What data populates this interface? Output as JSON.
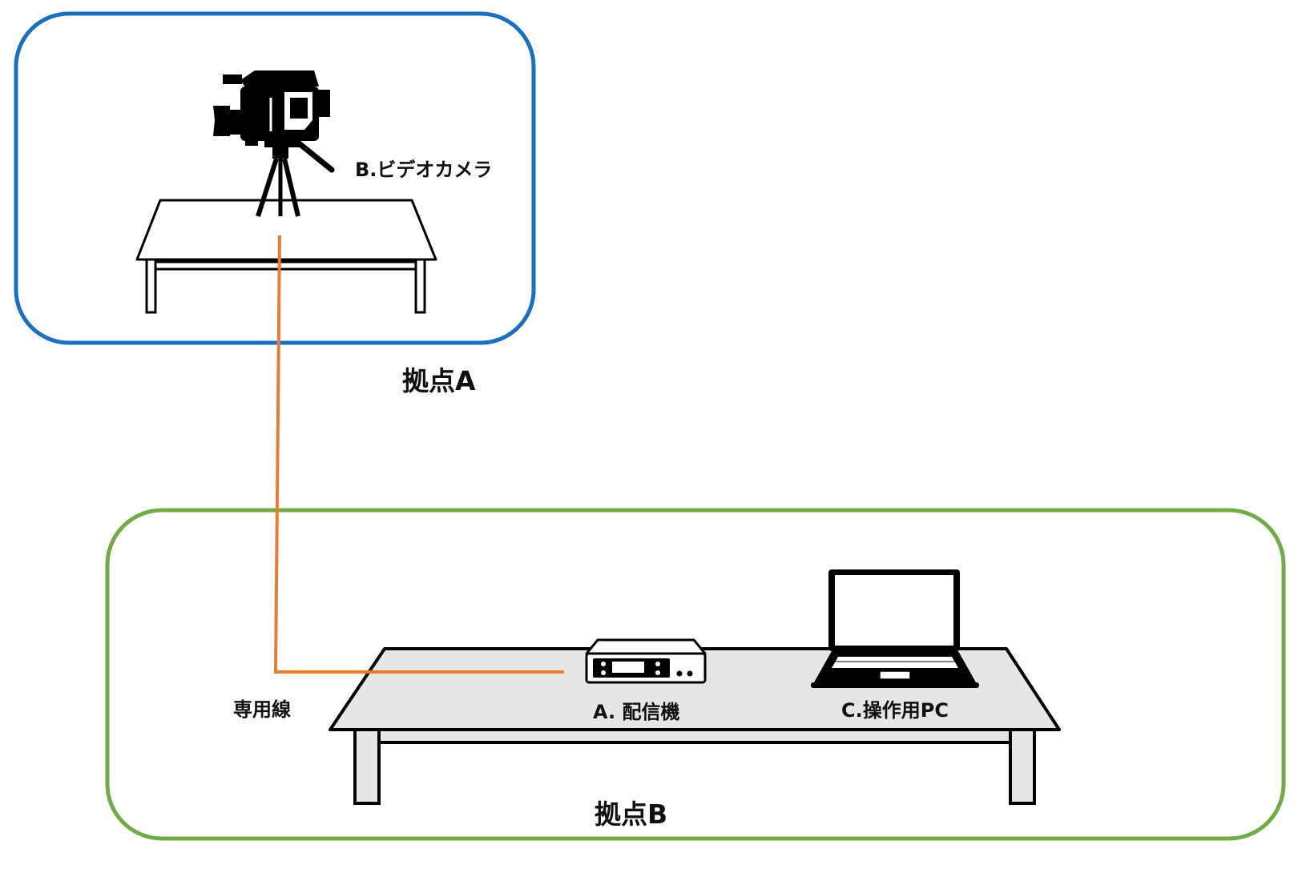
{
  "site_a": {
    "label": "拠点A",
    "frame_color": "#1a6fc0"
  },
  "site_b": {
    "label": "拠点B",
    "frame_color": "#72ab46"
  },
  "devices": {
    "camera": {
      "label": "B.ビデオカメラ",
      "icon": "video-camera-icon"
    },
    "distributor": {
      "label": "A. 配信機",
      "icon": "streaming-device-icon"
    },
    "pc": {
      "label": "C.操作用PC",
      "icon": "laptop-icon"
    }
  },
  "connection": {
    "label": "専用線",
    "color": "#e87d32"
  },
  "table_b_fill": "#e6e6e6"
}
